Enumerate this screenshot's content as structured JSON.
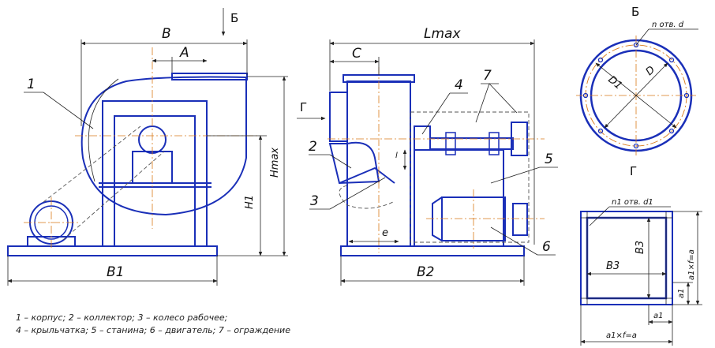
{
  "views": {
    "b_title": "Б",
    "g_title": "Г",
    "arrow_b": "Б",
    "arrow_g": "Г"
  },
  "dimensions": {
    "B": "B",
    "A": "A",
    "B1": "B1",
    "H1": "H1",
    "Hmax": "Hmax",
    "Lmax": "Lmax",
    "C": "C",
    "B2": "B2",
    "e": "e",
    "l": "l",
    "D": "D",
    "D1": "D1",
    "n_otv_d": "n отв. d",
    "n1_otv_d1": "n1 отв. d1",
    "B3_h": "B3",
    "B3_v": "B3",
    "a1_v": "a1",
    "a1_h": "a1",
    "a1xf_a_v": "a1×f=a",
    "a1xf_a_h": "a1×f=a"
  },
  "callouts": [
    "1",
    "2",
    "3",
    "4",
    "5",
    "6",
    "7"
  ],
  "caption": {
    "line1": "1 – корпус; 2 – коллектор; 3 – колесо рабочее;",
    "line2": "4 – крыльчатка; 5 – станина; 6 – двигатель; 7 – ограждение"
  },
  "colors": {
    "outline": "#1a2fb8",
    "axis": "#d97a1a",
    "dim": "#222222"
  }
}
